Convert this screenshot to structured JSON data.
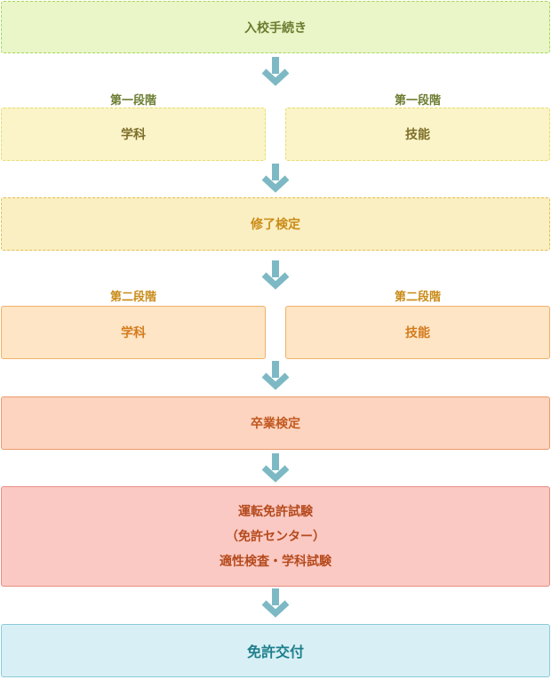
{
  "steps": {
    "enrollment": "入校手続き",
    "stage1_label_left": "第一段階",
    "stage1_label_right": "第一段階",
    "stage1_left": "学科",
    "stage1_right": "技能",
    "completion_test": "修了検定",
    "stage2_label_left": "第二段階",
    "stage2_label_right": "第二段階",
    "stage2_left": "学科",
    "stage2_right": "技能",
    "graduation_test": "卒業検定",
    "license_exam": {
      "line1": "運転免許試験",
      "line2": "（免許センター）",
      "line3": "適性検査・学科試験"
    },
    "issuance": "免許交付"
  },
  "colors": {
    "arrow": "#7db9c4",
    "green_fill": "#eaf6c8",
    "green_border": "#a6d65a",
    "green_text": "#6b7c30",
    "yellow_fill": "#faf4c8",
    "yellow_border": "#e6dd6a",
    "yellow_text": "#7d6e2a",
    "gold_fill": "#faefc2",
    "gold_border": "#e3c04f",
    "gold_text": "#c98a16",
    "orange_fill": "#fde5c5",
    "orange_border": "#f1b168",
    "orange_text": "#d37b1e",
    "salmon_fill": "#fcd4bf",
    "salmon_border": "#ec9a6c",
    "salmon_text": "#c1581f",
    "red_fill": "#fbc9c3",
    "red_border": "#e78f86",
    "red_text": "#b54a1d",
    "blue_fill": "#d8f0f5",
    "blue_border": "#8ccbd8",
    "blue_text": "#1e7f8d"
  },
  "icons": {
    "step_arrow": "chevron-down-arrow-icon"
  }
}
